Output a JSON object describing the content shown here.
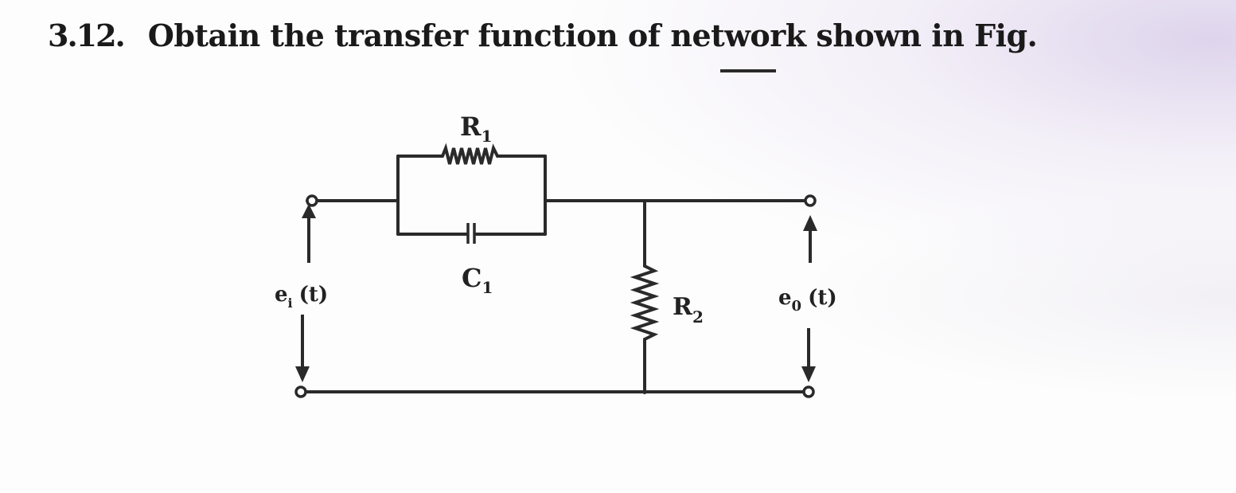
{
  "question": {
    "number": "3.12.",
    "text": "Obtain the transfer function of network shown in Fig."
  },
  "circuit": {
    "labels": {
      "r1": "R",
      "r1_sub": "1",
      "c1": "C",
      "c1_sub": "1",
      "r2": "R",
      "r2_sub": "2",
      "input": "e",
      "input_sub": "i",
      "input_arg": "(t)",
      "output": "e",
      "output_sub": "0",
      "output_arg": "(t)"
    }
  }
}
